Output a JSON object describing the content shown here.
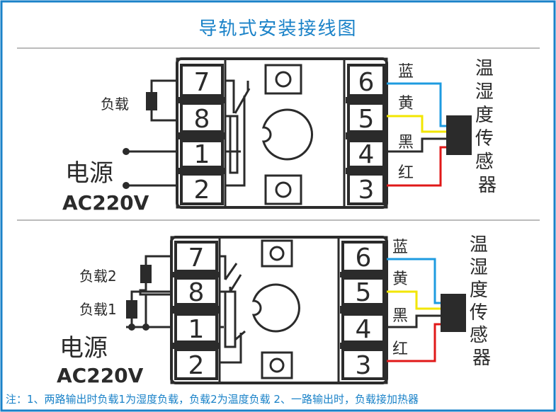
{
  "title": "导轨式安装接线图",
  "note": "注：1、两路输出时负载1为湿度负载，负载2为温度负载  2、一路输出时，负载接加热器",
  "diagram1": {
    "left_terminals": [
      "7",
      "8",
      "1",
      "2"
    ],
    "right_terminals": [
      "6",
      "5",
      "4",
      "3"
    ],
    "load_label": "负载",
    "power_label": "电源",
    "power_spec": "AC220V",
    "wire_labels": [
      "蓝",
      "黄",
      "黑",
      "红"
    ],
    "sensor_label": "温湿度传感器"
  },
  "diagram2": {
    "left_terminals": [
      "7",
      "8",
      "1",
      "2"
    ],
    "right_terminals": [
      "6",
      "5",
      "4",
      "3"
    ],
    "load2_label": "负载2",
    "load1_label": "负载1",
    "power_label": "电源",
    "power_spec": "AC220V",
    "wire_labels": [
      "蓝",
      "黄",
      "黑",
      "红"
    ],
    "sensor_label": "温湿度传感器"
  },
  "colors": {
    "frame_blue": "#1a82c8",
    "wire_blue": "#1e9be0",
    "wire_yellow": "#f2e600",
    "wire_red": "#e01818",
    "line_dark": "#2b2b2b"
  }
}
